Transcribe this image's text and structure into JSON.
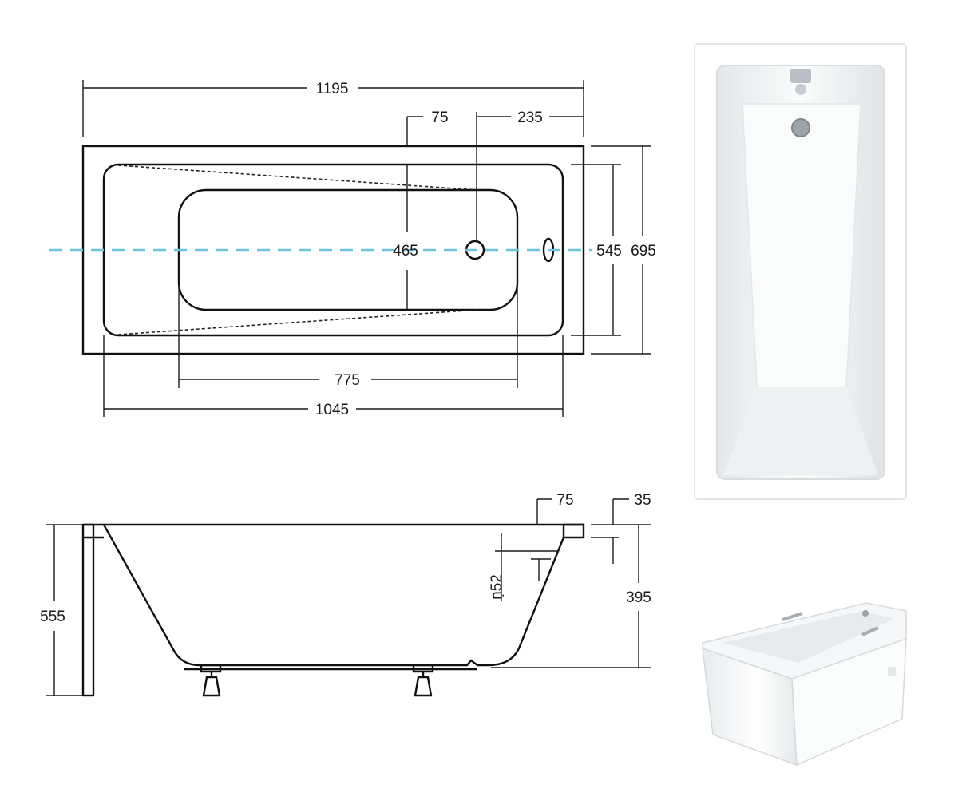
{
  "top_view": {
    "overall_length": "1195",
    "rim_offset": "75",
    "drain_offset": "235",
    "inner_width": "465",
    "inner_width_rim": "545",
    "overall_width": "695",
    "bottom_length": "775",
    "inner_length": "1045"
  },
  "side_view": {
    "rim_width": "75",
    "rim_thickness": "35",
    "overflow_diameter": "ṇ52",
    "depth": "395",
    "overall_height": "555"
  },
  "colors": {
    "centerline": "#6cc4dc",
    "lines": "#1a1a1a",
    "acrylic": "#f4f6f7"
  }
}
